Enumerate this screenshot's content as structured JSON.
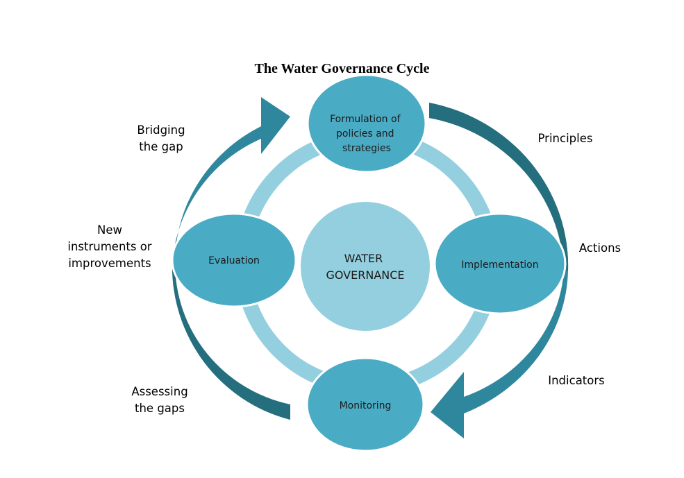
{
  "title": "The Water Governance Cycle",
  "colors": {
    "node": "#4aabc5",
    "center": "#94cfdf",
    "ring": "#94cfdf",
    "arrow_dark": "#256e7e",
    "arrow_mid": "#2f879d"
  },
  "center": {
    "lines": [
      "WATER",
      "GOVERNANCE"
    ]
  },
  "nodes": {
    "top": {
      "lines": [
        "Formulation of",
        "policies and",
        "strategies"
      ]
    },
    "right": {
      "lines": [
        "Implementation"
      ]
    },
    "bottom": {
      "lines": [
        "Monitoring"
      ]
    },
    "left": {
      "lines": [
        "Evaluation"
      ]
    }
  },
  "labels": {
    "bridging": [
      "Bridging",
      "the gap"
    ],
    "new_instruments": [
      "New",
      "instruments or",
      "improvements"
    ],
    "assessing": [
      "Assessing",
      "the gaps"
    ],
    "principles": [
      "Principles"
    ],
    "actions": [
      "Actions"
    ],
    "indicators": [
      "Indicators"
    ]
  }
}
